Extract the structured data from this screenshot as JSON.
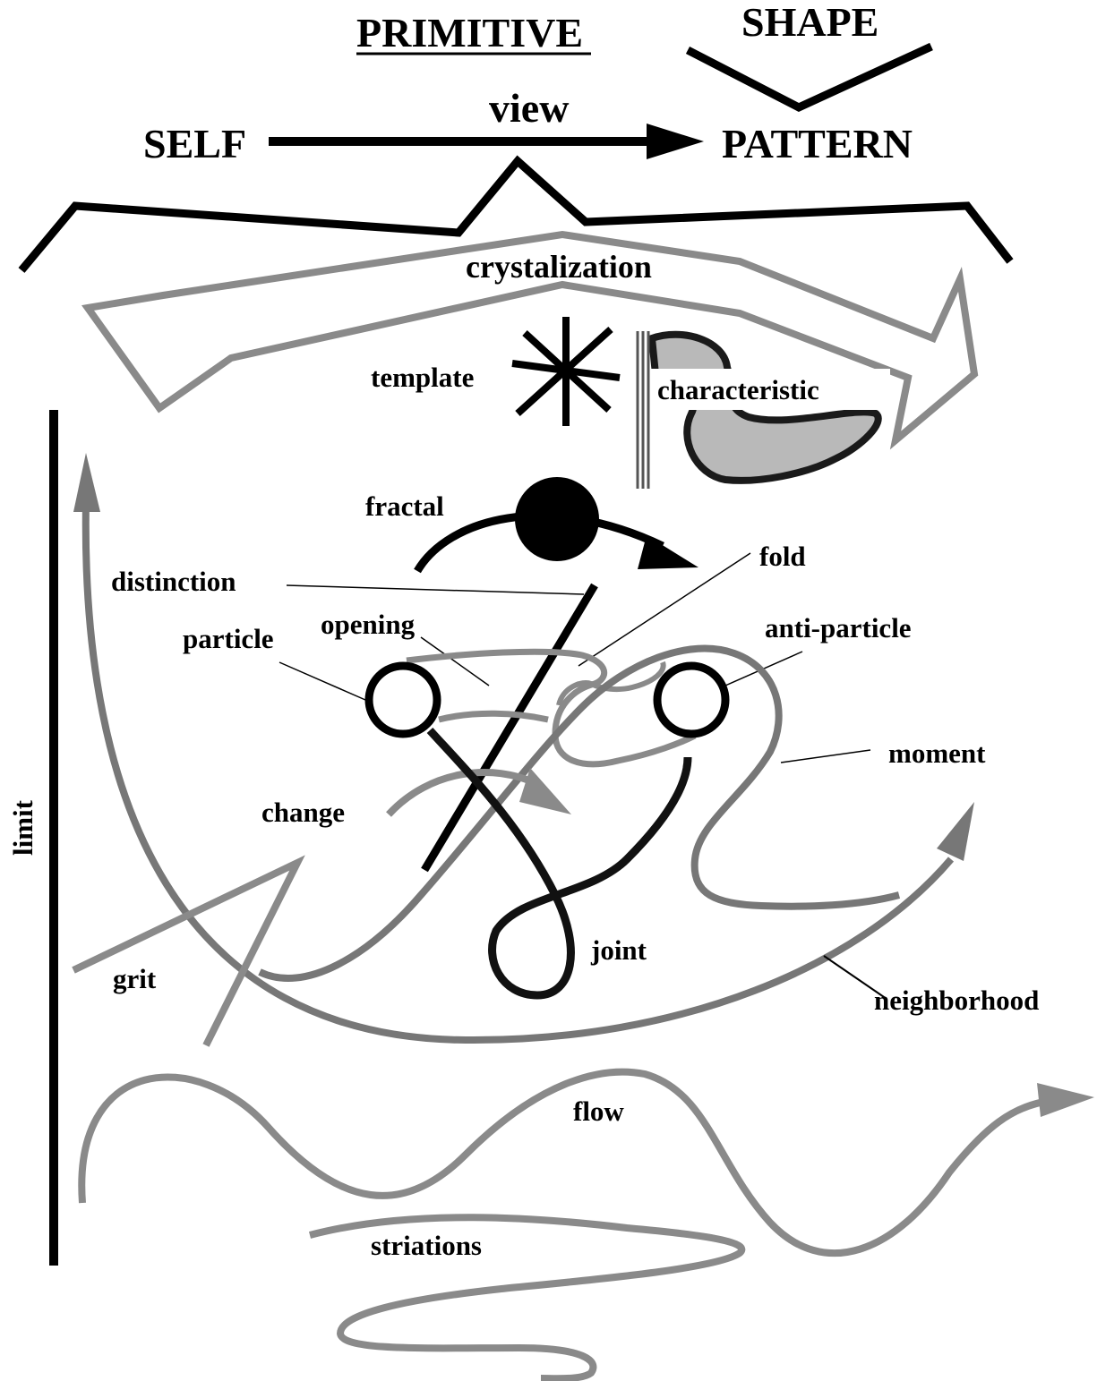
{
  "title": "PRIMITIVE",
  "header": {
    "shape": "SHAPE",
    "view": "view",
    "self": "SELF",
    "pattern": "PATTERN"
  },
  "labels": {
    "crystalization": "crystalization",
    "template": "template",
    "characteristic": "characteristic",
    "fractal": "fractal",
    "fold": "fold",
    "distinction": "distinction",
    "opening": "opening",
    "particle": "particle",
    "anti_particle": "anti-particle",
    "moment": "moment",
    "change": "change",
    "limit": "limit",
    "joint": "joint",
    "grit": "grit",
    "neighborhood": "neighborhood",
    "flow": "flow",
    "striations": "striations"
  },
  "colors": {
    "black": "#000000",
    "gray": "#8a8a8a",
    "hatch": "#777777",
    "fill_gray": "#b9b9b9",
    "background": "#ffffff"
  }
}
